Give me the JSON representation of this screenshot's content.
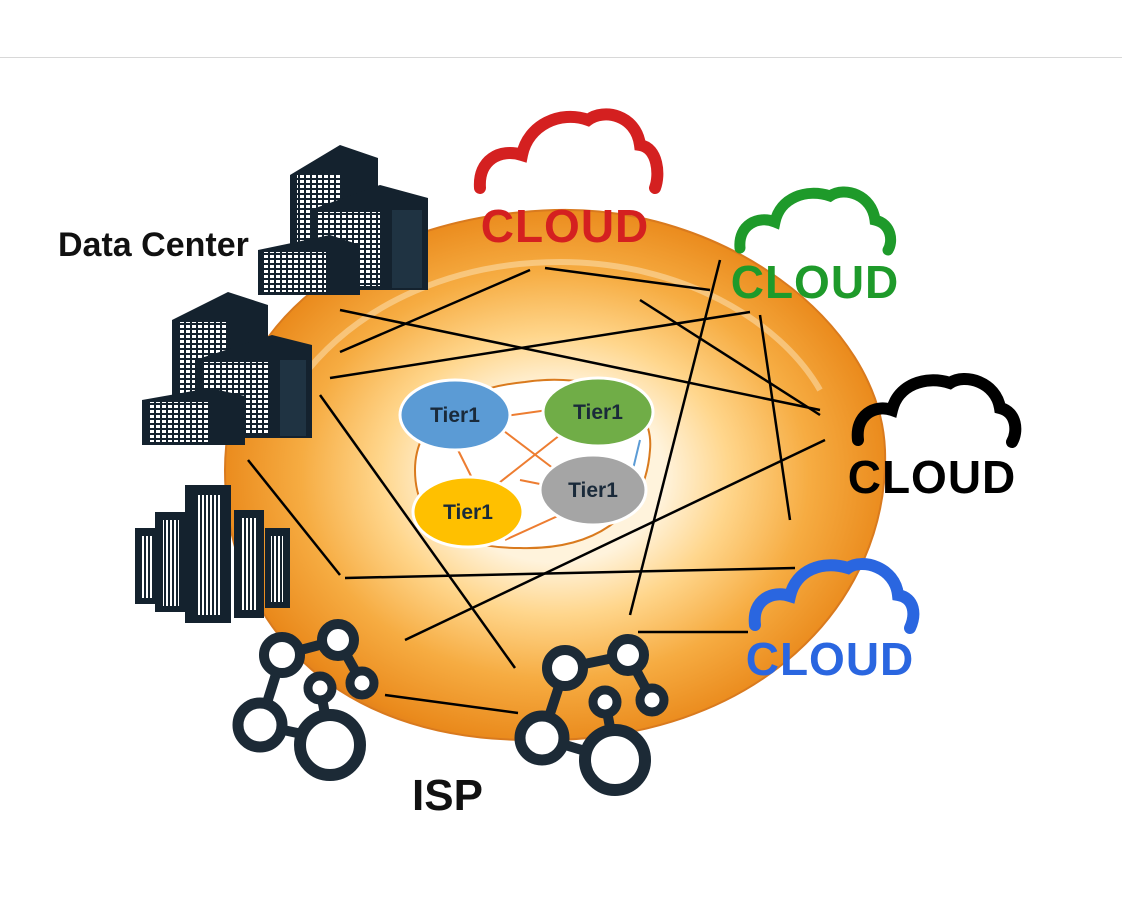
{
  "labels": {
    "data_center": "Data Center",
    "isp": "ISP"
  },
  "clouds": [
    {
      "label": "CLOUD",
      "color": "#d42020"
    },
    {
      "label": "CLOUD",
      "color": "#1e9a2a"
    },
    {
      "label": "CLOUD",
      "color": "#000000"
    },
    {
      "label": "CLOUD",
      "color": "#2a66e0"
    }
  ],
  "tier1_nodes": [
    {
      "label": "Tier1",
      "color": "#5b9bd5"
    },
    {
      "label": "Tier1",
      "color": "#70ad47"
    },
    {
      "label": "Tier1",
      "color": "#ffc000"
    },
    {
      "label": "Tier1",
      "color": "#a5a5a5"
    }
  ],
  "colors": {
    "donut": "#f0a030",
    "links": "#000000",
    "tier_links": "#ed7d31",
    "icons": "#14222e"
  }
}
